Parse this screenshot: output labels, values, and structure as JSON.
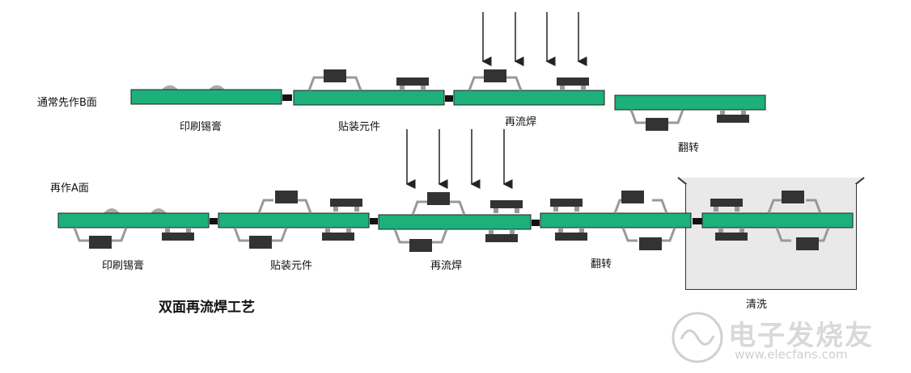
{
  "labels": {
    "row1_title": "通常先作B面",
    "row2_title": "再作A面",
    "row1_steps": [
      "印刷锡膏",
      "贴装元件",
      "再流焊",
      "翻转"
    ],
    "row2_steps": [
      "印刷锡膏",
      "贴装元件",
      "再流焊",
      "翻转",
      "清洗"
    ],
    "diagram_title": "双面再流焊工艺"
  },
  "watermark": {
    "text": "电子发烧友",
    "url": "www.elecfans.com"
  },
  "colors": {
    "board": "#1db07a",
    "component": "#3a3a3a",
    "solder": "#c8c8c8",
    "tank": "#e8e8e8"
  }
}
